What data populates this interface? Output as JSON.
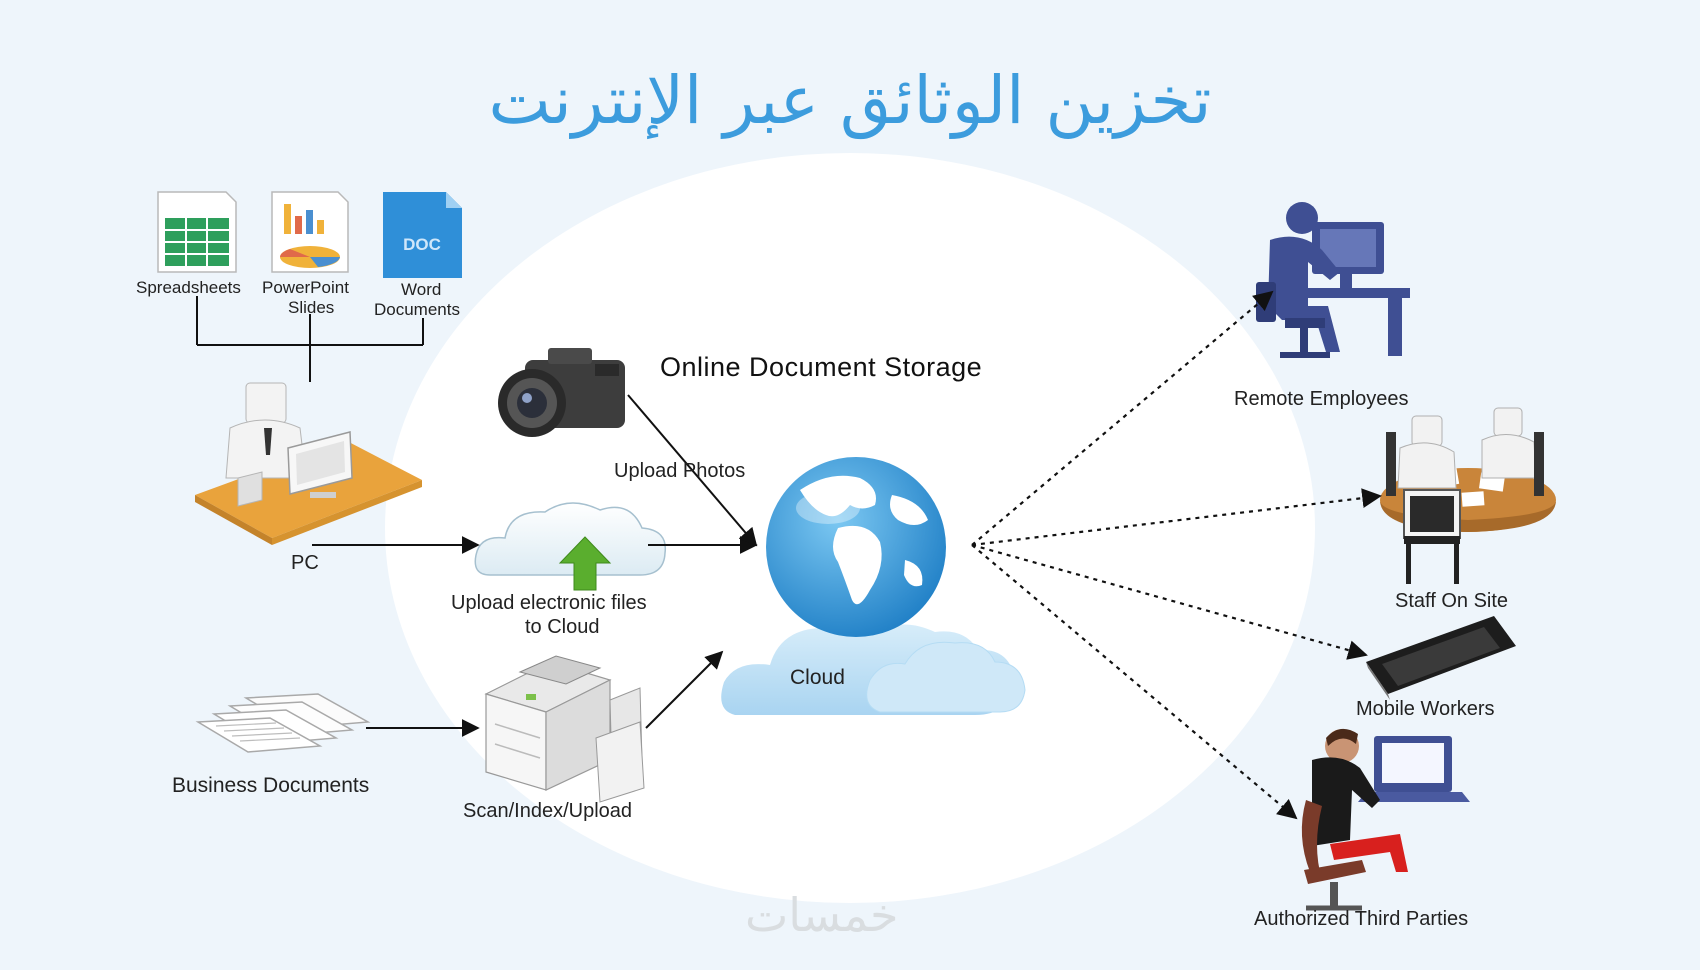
{
  "title": "تخزين الوثائق عبر الإنترنت",
  "heading": "Online Document Storage",
  "watermark": "خمسات",
  "icons": {
    "doc_badge": "DOC"
  },
  "sources": {
    "spreadsheets": "Spreadsheets",
    "powerpoint_line1": "PowerPoint",
    "powerpoint_line2": "Slides",
    "word_line1": "Word",
    "word_line2": "Documents",
    "pc": "PC",
    "business_documents": "Business Documents"
  },
  "steps": {
    "upload_photos": "Upload Photos",
    "upload_files_line1": "Upload electronic files",
    "upload_files_line2": "to Cloud",
    "scan_index_upload": "Scan/Index/Upload",
    "cloud": "Cloud"
  },
  "consumers": {
    "remote_employees": "Remote Employees",
    "staff_on_site": "Staff On Site",
    "mobile_workers": "Mobile Workers",
    "authorized_third_parties": "Authorized Third Parties"
  },
  "colors": {
    "title": "#3c9cdd",
    "ellipse": "#ffffff",
    "cloud_fill": "#bfe0f6",
    "globe": "#2f93d8",
    "accent_green": "#5aae2e",
    "person_navy": "#3a4a8c"
  }
}
